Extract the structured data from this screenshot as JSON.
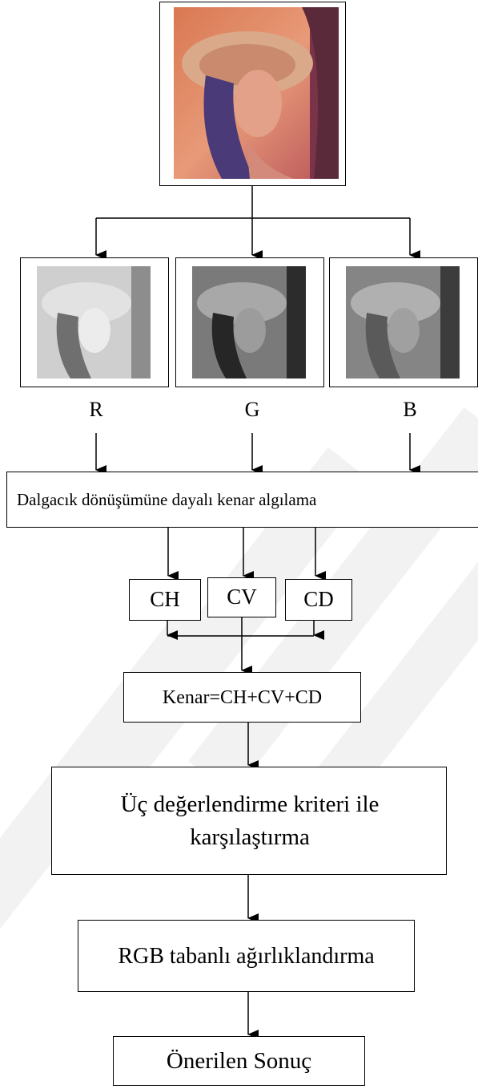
{
  "channels": {
    "r": "R",
    "g": "G",
    "b": "B"
  },
  "steps": {
    "wavelet_edge": "Dalgacık dönüşümüne dayalı kenar algılama",
    "ch": "CH",
    "cv": "CV",
    "cd": "CD",
    "edge_sum": "Kenar=CH+CV+CD",
    "compare": "Üç değerlendirme kriteri ile karşılaştırma",
    "rgb_weighting": "RGB tabanlı ağırlıklandırma",
    "result": "Önerilen Sonuç"
  },
  "colors": {
    "stroke": "#000000",
    "watermark": "#f2f2f2"
  }
}
